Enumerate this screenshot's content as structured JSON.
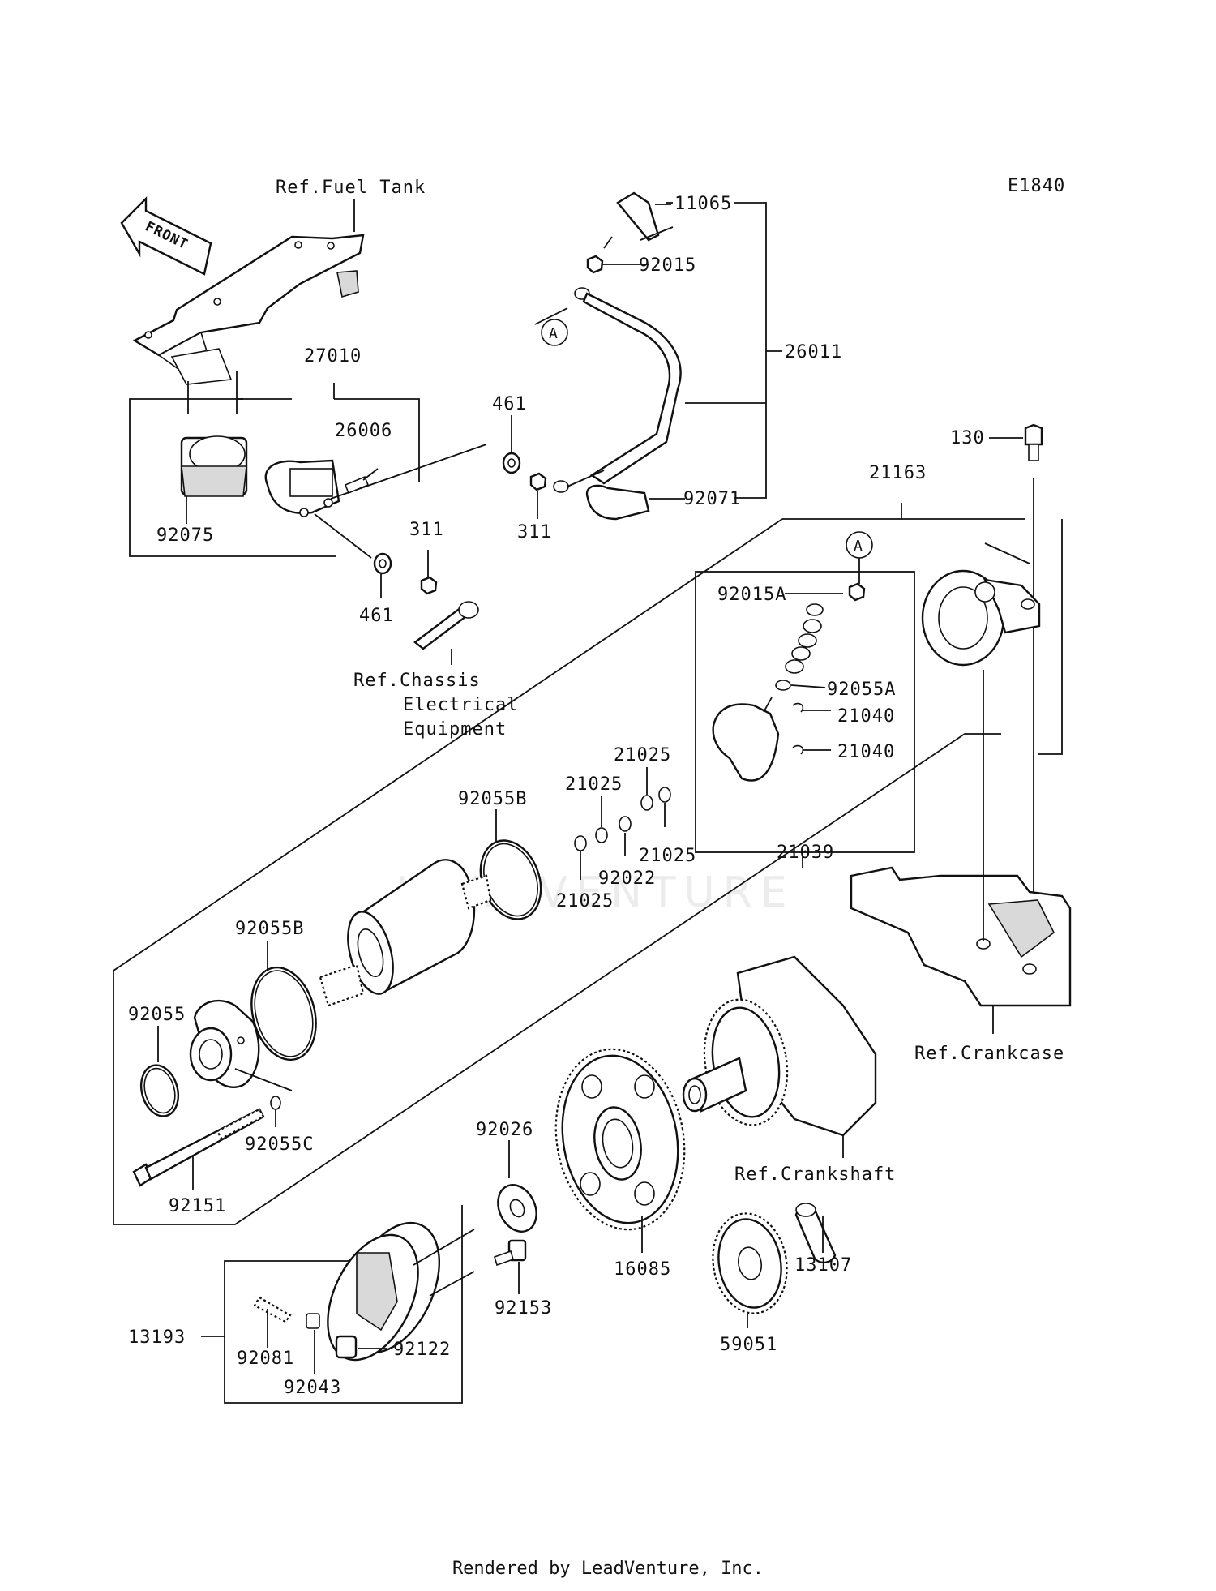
{
  "diagram_code": "E1840",
  "front_arrow": "FRONT",
  "watermark": "LEADVENTURE",
  "labels": {
    "ref_fuel_tank": "Ref.Fuel Tank",
    "p11065": "11065",
    "p92015": "92015",
    "p26011": "26011",
    "p27010": "27010",
    "p26006": "26006",
    "p461a": "461",
    "p461b": "461",
    "p311a": "311",
    "p311b": "311",
    "p92075": "92075",
    "p92071": "92071",
    "p130": "130",
    "p21163": "21163",
    "ref_chassis_1": "Ref.Chassis",
    "ref_chassis_2": "Electrical",
    "ref_chassis_3": "Equipment",
    "p92015A": "92015A",
    "p92055A": "92055A",
    "p21040a": "21040",
    "p21040b": "21040",
    "p21039": "21039",
    "p21025a": "21025",
    "p21025b": "21025",
    "p21025c": "21025",
    "p21025d": "21025",
    "p92022": "92022",
    "p92055B_top": "92055B",
    "p92055B_left": "92055B",
    "p92055": "92055",
    "p92055C": "92055C",
    "p92151": "92151",
    "ref_crankcase": "Ref.Crankcase",
    "ref_crankshaft": "Ref.Crankshaft",
    "p92026": "92026",
    "p16085": "16085",
    "p13107": "13107",
    "p59051": "59051",
    "p92153": "92153",
    "p13193": "13193",
    "p92081": "92081",
    "p92122": "92122",
    "p92043": "92043",
    "callout_a1": "A",
    "callout_a2": "A"
  },
  "footer": "Rendered by LeadVenture, Inc."
}
